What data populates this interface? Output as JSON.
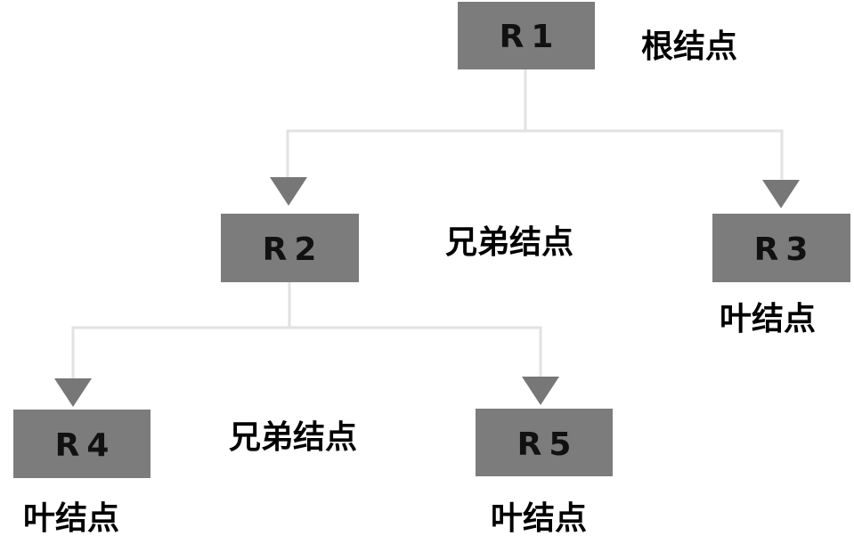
{
  "nodes": {
    "r1": "R1",
    "r2": "R2",
    "r3": "R3",
    "r4": "R4",
    "r5": "R5"
  },
  "labels": {
    "root": "根结点",
    "sibling_upper": "兄弟结点",
    "sibling_lower": "兄弟结点",
    "leaf_r3": "叶结点",
    "leaf_r4": "叶结点",
    "leaf_r5": "叶结点"
  },
  "colors": {
    "node_fill": "#7c7c7c",
    "connector": "#e2e2e2",
    "arrowhead": "#777777",
    "text": "#000000"
  }
}
